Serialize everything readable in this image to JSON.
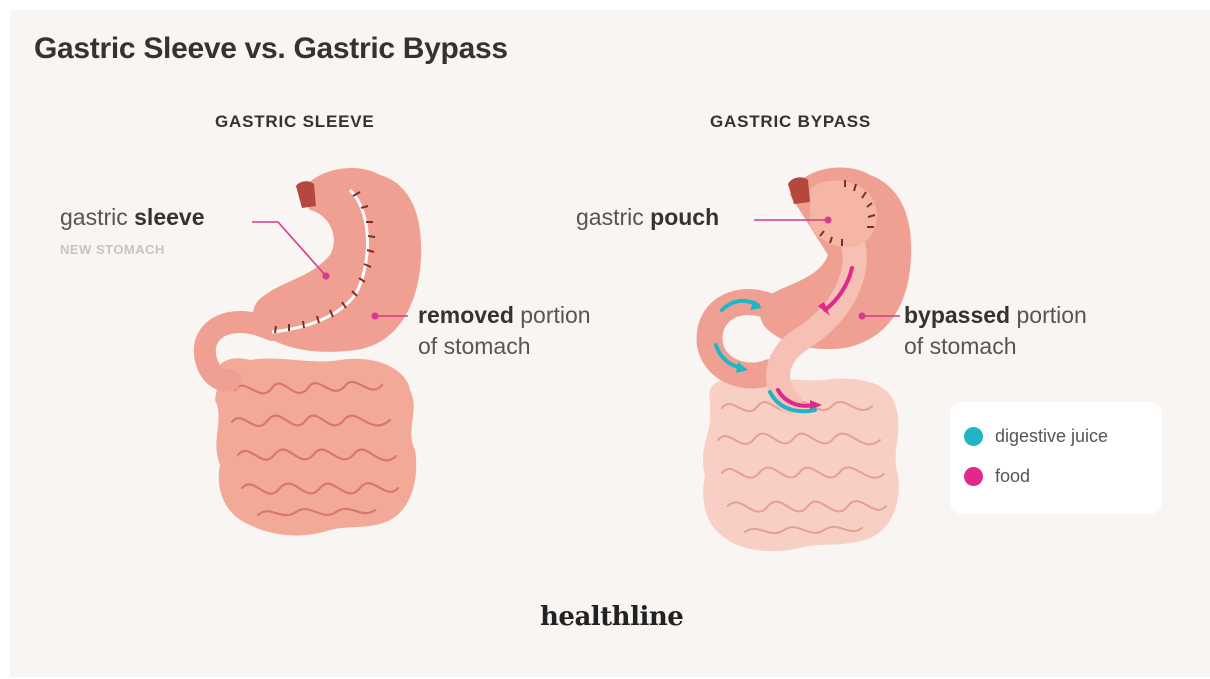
{
  "title": "Gastric Sleeve vs. Gastric Bypass",
  "sleeve": {
    "heading": "GASTRIC SLEEVE",
    "label_normal": "gastric ",
    "label_bold": "sleeve",
    "sublabel": "NEW STOMACH",
    "removed_bold": "removed",
    "removed_rest_line1": " portion",
    "removed_line2": "of stomach"
  },
  "bypass": {
    "heading": "GASTRIC BYPASS",
    "pouch_normal": "gastric ",
    "pouch_bold": "pouch",
    "bypassed_bold": "bypassed",
    "bypassed_rest_line1": " portion",
    "bypassed_line2": "of stomach"
  },
  "legend": {
    "items": [
      {
        "label": "digestive juice",
        "color": "#1fb5c4"
      },
      {
        "label": "food",
        "color": "#e0298c"
      }
    ]
  },
  "brand": "healthline",
  "colors": {
    "stomach": "#f0a092",
    "stomach_light": "#f6c1b4",
    "intestine": "#f2a998",
    "intestine_light": "#f7cfc4",
    "pointer": "#d8388f",
    "esophagus": "#b5473f"
  }
}
